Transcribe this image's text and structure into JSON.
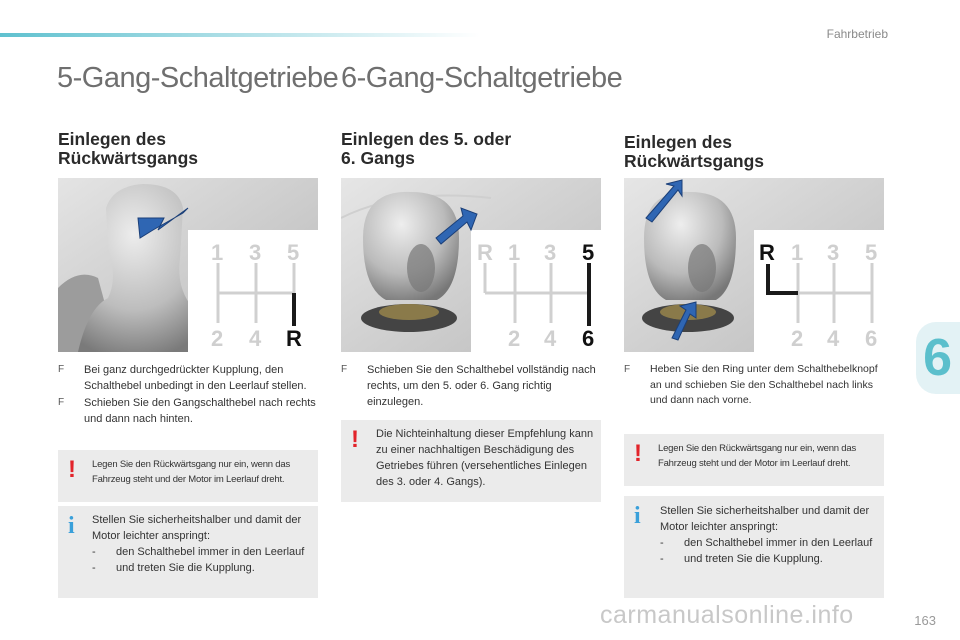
{
  "header": {
    "section": "Fahrbetrieb",
    "chapter": "6"
  },
  "titles": {
    "left": "5-Gang-Schaltgetriebe",
    "right": "6-Gang-Schaltgetriebe"
  },
  "columns": [
    {
      "heading_line1": "Einlegen des",
      "heading_line2": "Rückwärtsgangs",
      "gate": {
        "top": [
          "1",
          "3",
          "5"
        ],
        "bottom": [
          "2",
          "4",
          "R"
        ]
      },
      "bullets": [
        {
          "marker": "F",
          "text": "Bei ganz durchgedrückter Kupplung, den Schalthebel unbedingt in den Leerlauf stellen."
        },
        {
          "marker": "F",
          "text": "Schieben Sie den Gangschalthebel nach rechts und dann nach hinten."
        }
      ],
      "warning": "Legen Sie den Rückwärtsgang nur ein, wenn das Fahrzeug steht und der Motor im Leerlauf dreht.",
      "info": {
        "intro": "Stellen Sie sicherheitshalber und damit der Motor leichter anspringt:",
        "items": [
          "den Schalthebel immer in den Leerlauf",
          "und treten Sie die Kupplung."
        ]
      }
    },
    {
      "heading_line1": "Einlegen des 5. oder",
      "heading_line2": "6. Gangs",
      "gate": {
        "top": [
          "R",
          "1",
          "3",
          "5"
        ],
        "bottom": [
          "2",
          "4",
          "6"
        ]
      },
      "bullets": [
        {
          "marker": "F",
          "text": "Schieben Sie den Schalthebel vollständig nach rechts, um den 5. oder 6. Gang richtig einzulegen."
        }
      ],
      "warning": "Die Nichteinhaltung dieser Empfehlung kann zu einer nachhaltigen Beschädigung des Getriebes führen (versehentliches Einlegen des 3. oder 4. Gangs)."
    },
    {
      "heading_line1": "Einlegen des",
      "heading_line2": "Rückwärtsgangs",
      "gate": {
        "top": [
          "R",
          "1",
          "3",
          "5"
        ],
        "bottom": [
          "2",
          "4",
          "6"
        ]
      },
      "bullets": [
        {
          "marker": "F",
          "text": "Heben Sie den Ring unter dem Schalthebelknopf an und schieben Sie den Schalthebel nach links und dann nach vorne."
        }
      ],
      "warning": "Legen Sie den Rückwärtsgang nur ein, wenn das Fahrzeug steht und der Motor im Leerlauf dreht.",
      "info": {
        "intro": "Stellen Sie sicherheitshalber und damit der Motor leichter anspringt:",
        "items": [
          "den Schalthebel immer in den Leerlauf",
          "und treten Sie die Kupplung."
        ]
      }
    }
  ],
  "footer": {
    "page": "163",
    "watermark": "carmanualsonline.info"
  },
  "colors": {
    "accent": "#5bbfcc",
    "warning": "#e2232a",
    "info": "#3aa0da",
    "box": "#ebebeb"
  },
  "icons": [
    "warning-icon",
    "info-icon",
    "arrow-icon"
  ]
}
